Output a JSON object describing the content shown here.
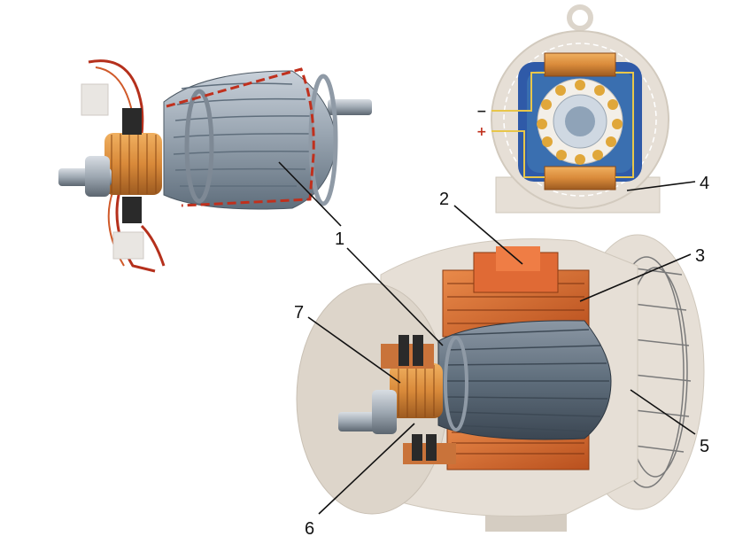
{
  "callouts": [
    {
      "id": "armature",
      "label": "1"
    },
    {
      "id": "field-pole-core",
      "label": "2"
    },
    {
      "id": "field-winding",
      "label": "3"
    },
    {
      "id": "stator-frame",
      "label": "4"
    },
    {
      "id": "end-shield",
      "label": "5"
    },
    {
      "id": "brushes",
      "label": "6"
    },
    {
      "id": "commutator",
      "label": "7"
    }
  ],
  "terminals": {
    "negative": "−",
    "positive": "+"
  },
  "colors": {
    "armature_steel": "#9aa6b2",
    "armature_dark": "#5f6e7c",
    "copper": "#d98a3a",
    "copper_dark": "#b05a22",
    "winding_red": "#c94a25",
    "housing": "#e6dfd6",
    "housing_shade": "#d5cdc2",
    "brush_black": "#2a2a2a",
    "wire_red": "#b5301c",
    "blue_line": "#3a6fb0"
  }
}
